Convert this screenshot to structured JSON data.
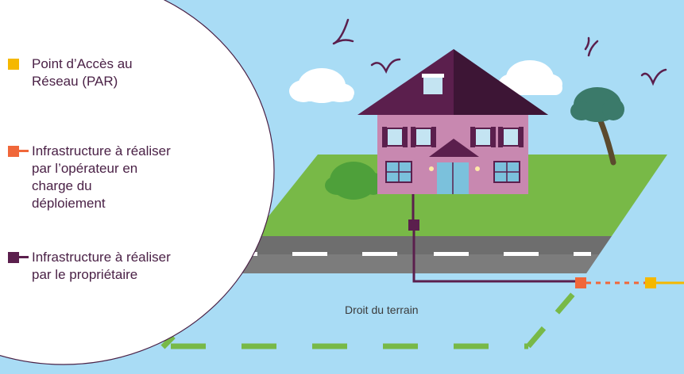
{
  "colors": {
    "sky": "#a9dcf5",
    "par": "#f5b800",
    "operator_infra": "#f0673a",
    "owner_infra": "#5b1f4d",
    "lawn": "#78b947",
    "road": "#6e6e6e",
    "house_wall": "#c888b0",
    "roof": "#5b1f4d"
  },
  "legend": {
    "items": [
      {
        "label": "Point d’Accès au\nRéseau (PAR)",
        "color": "#f5b800",
        "icon": "square-marker"
      },
      {
        "label": "Infrastructure à réaliser\npar l’opérateur en\ncharge du\ndéploiement",
        "color": "#f0673a",
        "icon": "square-line-marker"
      },
      {
        "label": "Infrastructure à réaliser\npar le propriétaire",
        "color": "#5b1f4d",
        "icon": "square-line-marker"
      }
    ]
  },
  "scene": {
    "field_label": "Droit du terrain"
  }
}
